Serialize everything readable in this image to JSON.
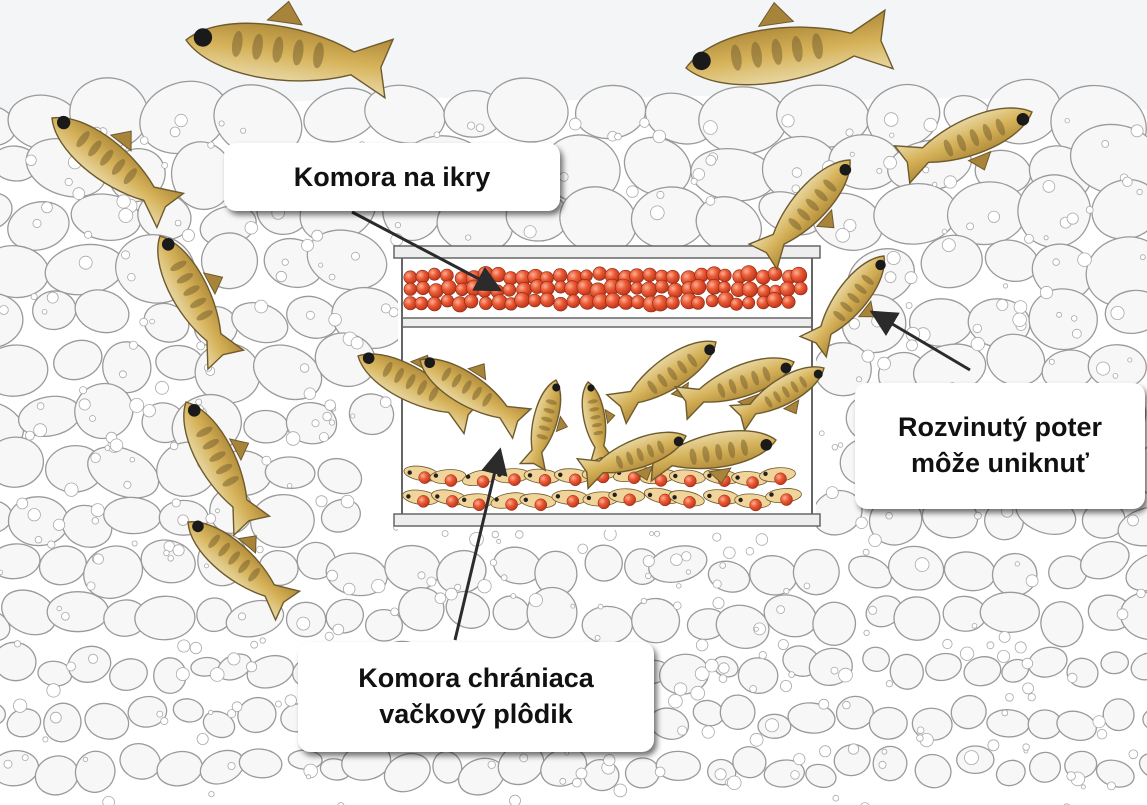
{
  "callouts": {
    "egg_chamber": {
      "label": "Komora na ikry"
    },
    "developed_fry": {
      "line1": "Rozvinutý poter",
      "line2": "môže uniknuť"
    },
    "sac_fry_chamber": {
      "line1": "Komora chrániaca",
      "line2": "vačkový plôdik"
    }
  },
  "colors": {
    "background": "#ffffff",
    "gravel_line": "#9a9a9a",
    "gravel_fill": "#f7f7f7",
    "egg": "#e8492a",
    "egg_highlight": "#f79a7a",
    "fish_body": "#c9a24a",
    "fish_dark": "#6e5a2c",
    "box_frame": "#666666",
    "arrow": "#2b2b2b"
  },
  "icons": {
    "fish": "trout-fry-icon",
    "egg": "fish-egg-icon",
    "stone": "gravel-stone-icon"
  }
}
